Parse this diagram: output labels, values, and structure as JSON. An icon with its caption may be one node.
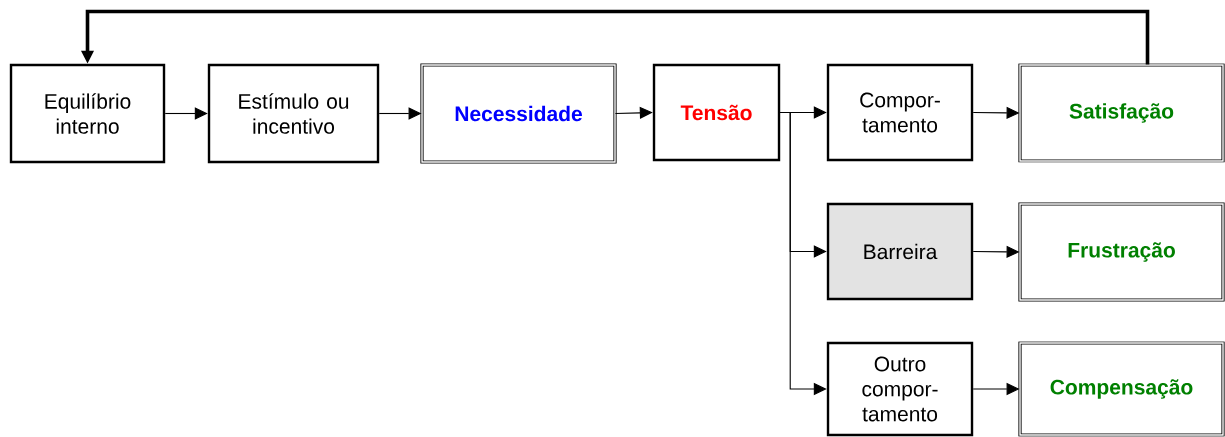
{
  "diagram": {
    "nodes": [
      {
        "text": [
          "Equilíbrio interno"
        ]
      },
      {
        "text": [
          "Estímulo ou incentivo"
        ]
      },
      {
        "text": [
          "Necessidade"
        ]
      },
      {
        "text": [
          "Tensão"
        ]
      },
      {
        "text": [
          "Compor- tamento"
        ]
      },
      {
        "text": [
          "Satisfação"
        ]
      },
      {
        "text": [
          "Barreira"
        ]
      },
      {
        "text": [
          "Frustração"
        ]
      },
      {
        "text": [
          "Outro compor- tamento"
        ]
      },
      {
        "text": [
          "Compensação"
        ]
      }
    ],
    "edges": [
      {
        "from": 0,
        "to": 1,
        "arrow": "to"
      },
      {
        "from": 1,
        "to": 2,
        "arrow": "to"
      },
      {
        "from": 2,
        "to": 3,
        "arrow": "to"
      },
      {
        "from": 3,
        "to": 4,
        "arrow": "to"
      },
      {
        "from": 3,
        "to": 6,
        "arrow": "to"
      },
      {
        "from": 3,
        "to": 8,
        "arrow": "to"
      },
      {
        "from": 4,
        "to": 5,
        "arrow": "to"
      },
      {
        "from": 6,
        "to": 7,
        "arrow": "to"
      },
      {
        "from": 8,
        "to": 9,
        "arrow": "to"
      },
      {
        "from": 5,
        "to": 0,
        "arrow": "to",
        "style": "thick"
      }
    ]
  }
}
